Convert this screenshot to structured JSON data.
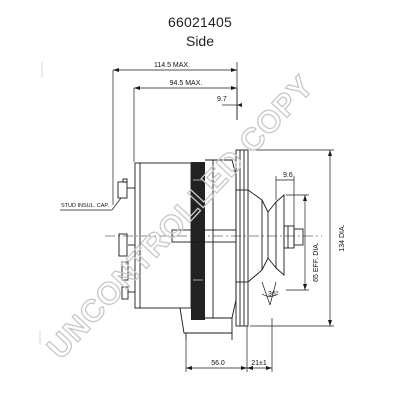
{
  "header": {
    "part_number": "66021405",
    "view": "Side"
  },
  "dimensions": {
    "overall_length": "114.5 MAX.",
    "body_length": "94.5 MAX.",
    "fan_width": "9.7",
    "pulley_offset": "9.6",
    "pulley_diameter": "65 EFF. DIA.",
    "fan_diameter": "134 DIA.",
    "belt_angle": "36°",
    "mount_length": "56.0",
    "mount_offset": "21±1"
  },
  "labels": {
    "stud_note": "STUD INSUL. CAP."
  },
  "watermark": {
    "text": "UNCONTROLLED COPY"
  },
  "colors": {
    "line": "#1a1a1a",
    "dark_band": "#222222",
    "watermark": "#c8c8c8"
  }
}
